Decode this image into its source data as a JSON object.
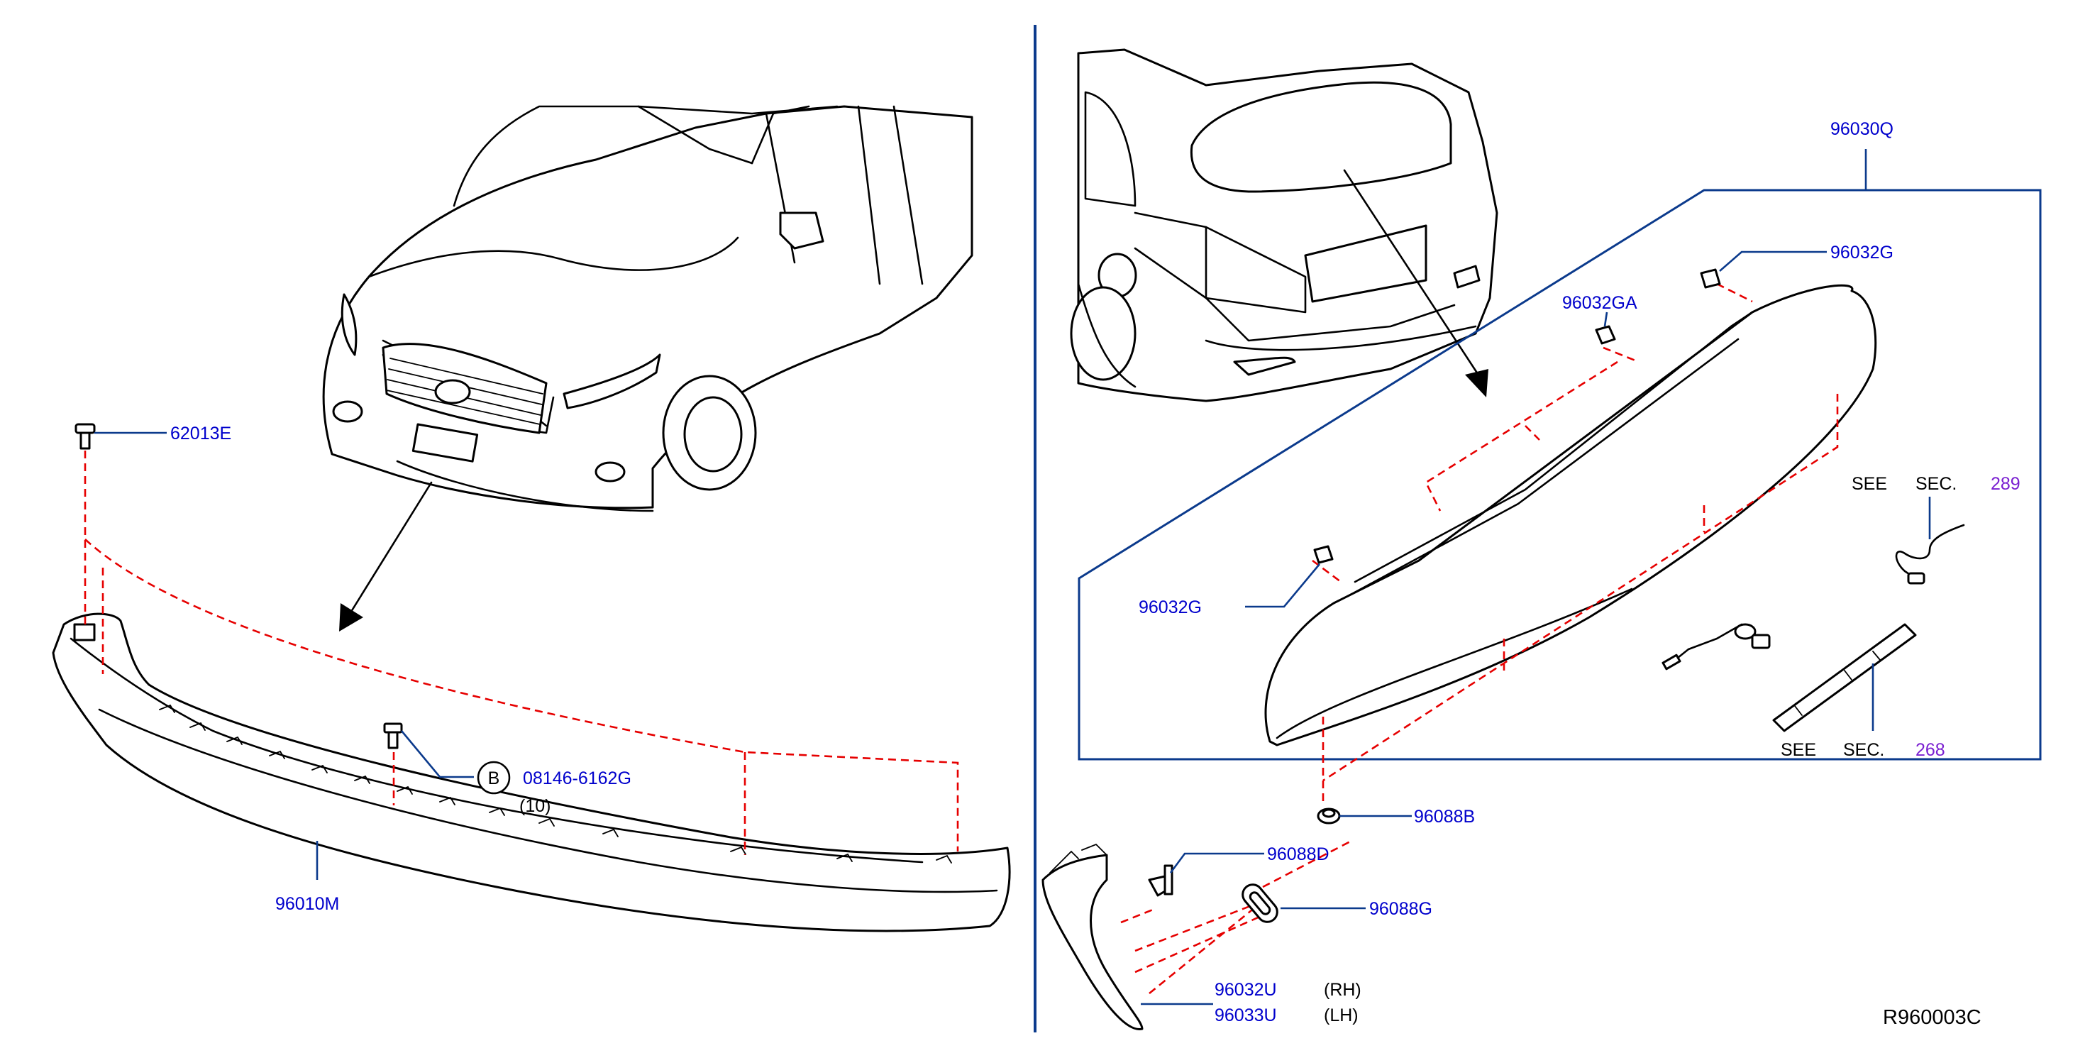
{
  "colors": {
    "part_number": "#0000cc",
    "section_number": "#7a1fd1",
    "leader_line": "#0b3a8c",
    "dashed_guide": "#e60000",
    "outline": "#000000"
  },
  "labels": {
    "p62013E": "62013E",
    "p96010M": "96010M",
    "p08146": "08146-6162G",
    "qty10": "(10)",
    "bolt_marker": "B",
    "p96030Q": "96030Q",
    "p96032G_top": "96032G",
    "p96032GA": "96032GA",
    "p96032G_left": "96032G",
    "see1": "SEE",
    "sec1": "SEC.",
    "sec1_num": "289",
    "see2": "SEE",
    "sec2": "SEC.",
    "sec2_num": "268",
    "p96088B": "96088B",
    "p96088D": "96088D",
    "p96088G": "96088G",
    "p96032U": "96032U",
    "rh": "(RH)",
    "p96033U": "96033U",
    "lh": "(LH)",
    "ref": "R960003C"
  }
}
